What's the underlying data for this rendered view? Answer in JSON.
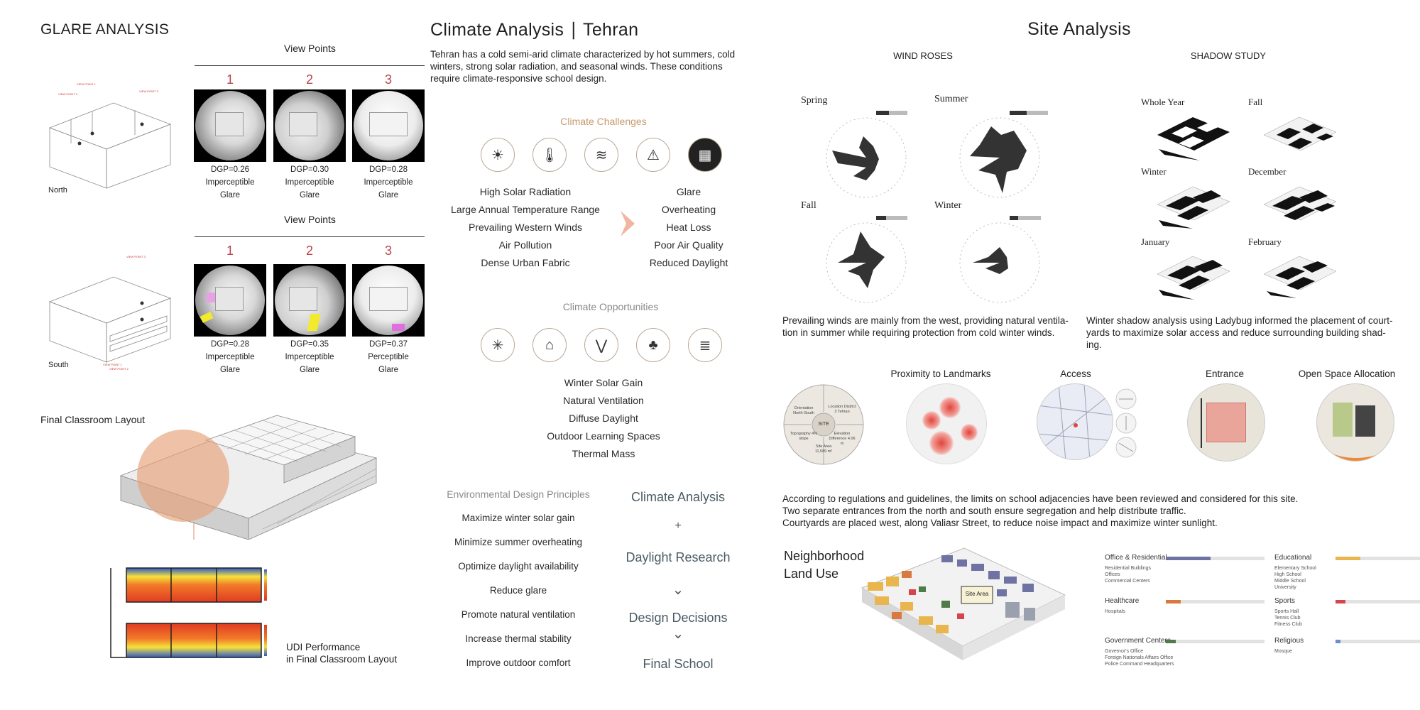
{
  "glare": {
    "title": "GLARE ANALYSIS",
    "view_points_label": "View Points",
    "north_label": "North",
    "south_label": "South",
    "numbers": [
      "1",
      "2",
      "3"
    ],
    "north": [
      {
        "dgp": "DGP=0.26",
        "level": "Imperceptible",
        "word": "Glare"
      },
      {
        "dgp": "DGP=0.30",
        "level": "Imperceptible",
        "word": "Glare"
      },
      {
        "dgp": "DGP=0.28",
        "level": "Imperceptible",
        "word": "Glare"
      }
    ],
    "south": [
      {
        "dgp": "DGP=0.28",
        "level": "Imperceptible",
        "word": "Glare"
      },
      {
        "dgp": "DGP=0.35",
        "level": "Imperceptible",
        "word": "Glare"
      },
      {
        "dgp": "DGP=0.37",
        "level": "Perceptible",
        "word": "Glare"
      }
    ],
    "final_layout_label": "Final Classroom Layout",
    "udi_label_1": "UDI Performance",
    "udi_label_2": "in Final Classroom Layout"
  },
  "climate": {
    "title": "Climate Analysis ∣ Tehran",
    "intro": [
      "Tehran has a cold semi-arid climate characterized by hot summers, cold",
      "winters, strong solar radiation, and seasonal winds. These conditions",
      "require climate-responsive school design."
    ],
    "challenges_title": "Climate Challenges",
    "challenge_icons": [
      "☀",
      "🌡",
      "≋",
      "⚠",
      "▦"
    ],
    "challenges": [
      "High Solar Radiation",
      "Large Annual Temperature Range",
      "Prevailing Western Winds",
      "Air Pollution",
      "Dense Urban Fabric"
    ],
    "effects": [
      "Glare",
      "Overheating",
      "Heat Loss",
      "Poor Air Quality",
      "Reduced Daylight"
    ],
    "opportunities_title": "Climate Opportunities",
    "opportunity_icons": [
      "✳",
      "⌂",
      "⋁",
      "♣",
      "≣"
    ],
    "opportunities": [
      "Winter Solar Gain",
      "Natural Ventilation",
      "Diffuse Daylight",
      "Outdoor Learning Spaces",
      "Thermal Mass"
    ],
    "principles_title": "Environmental Design Principles",
    "principles": [
      "Maximize winter solar gain",
      "Minimize summer overheating",
      "Optimize daylight availability",
      "Reduce glare",
      "Promote natural ventilation",
      "Increase thermal stability",
      "Improve outdoor comfort"
    ],
    "flow": [
      "Climate Analysis",
      "+",
      "Daylight Research",
      "⌄",
      "Design Decisions",
      "⌄",
      "Final School"
    ]
  },
  "site": {
    "title": "Site Analysis",
    "wind_title": "WIND ROSES",
    "shadow_title": "SHADOW STUDY",
    "wind_seasons": [
      "Spring",
      "Summer",
      "Fall",
      "Winter"
    ],
    "shadow_periods": [
      "Whole Year",
      "Fall",
      "Winter",
      "December",
      "January",
      "February"
    ],
    "wind_text": [
      "Prevailing winds are mainly from the west, providing natural ventila-",
      "tion in summer while requiring protection from cold winter winds."
    ],
    "shadow_text": [
      "Winter shadow analysis using Ladybug informed the placement of court-",
      "yards to maximize solar access and reduce surrounding building shad-",
      "ing."
    ],
    "diagram_labels": [
      "Proximity to Landmarks",
      "Access",
      "Entrance",
      "Open Space Allocation"
    ],
    "pie_segments": [
      "Orientation North-South",
      "Location District 3 Tehran",
      "Topography 4% slope",
      "Elevation Difference 4.06 m",
      "Site Area 11,589 m²"
    ],
    "pie_center": "SITE",
    "regulation_text": [
      "According to regulations and guidelines, the limits on school adjacencies have been reviewed and considered for this site.",
      "Two separate entrances from the north and south ensure segregation and help distribute traffic.",
      "Courtyards are placed west, along Valiasr Street, to reduce noise impact and maximize winter sunlight."
    ],
    "land_use_title_1": "Neighborhood",
    "land_use_title_2": "Land Use",
    "site_area_tag": "Site Area",
    "land_use": [
      {
        "name": "Office & Residential",
        "items": [
          "Residential Buildings",
          "Offices",
          "Commercial Centers"
        ],
        "level": 0.45,
        "color": "#6f73a3"
      },
      {
        "name": "Healthcare",
        "items": [
          "Hospitals"
        ],
        "level": 0.15,
        "color": "#d9793f"
      },
      {
        "name": "Government Centers",
        "items": [
          "Governor's Office",
          "Foreign Nationals Affairs Office",
          "Police Command Headquarters"
        ],
        "level": 0.1,
        "color": "#4f7a49"
      },
      {
        "name": "Educational",
        "items": [
          "Elementary School",
          "High School",
          "Middle School",
          "University"
        ],
        "level": 0.25,
        "color": "#e9b54e"
      },
      {
        "name": "Sports",
        "items": [
          "Sports Hall",
          "Tennis Club",
          "Fitness Club"
        ],
        "level": 0.1,
        "color": "#d6444d"
      },
      {
        "name": "Religious",
        "items": [
          "Mosque"
        ],
        "level": 0.05,
        "color": "#6c8fc8"
      }
    ]
  }
}
